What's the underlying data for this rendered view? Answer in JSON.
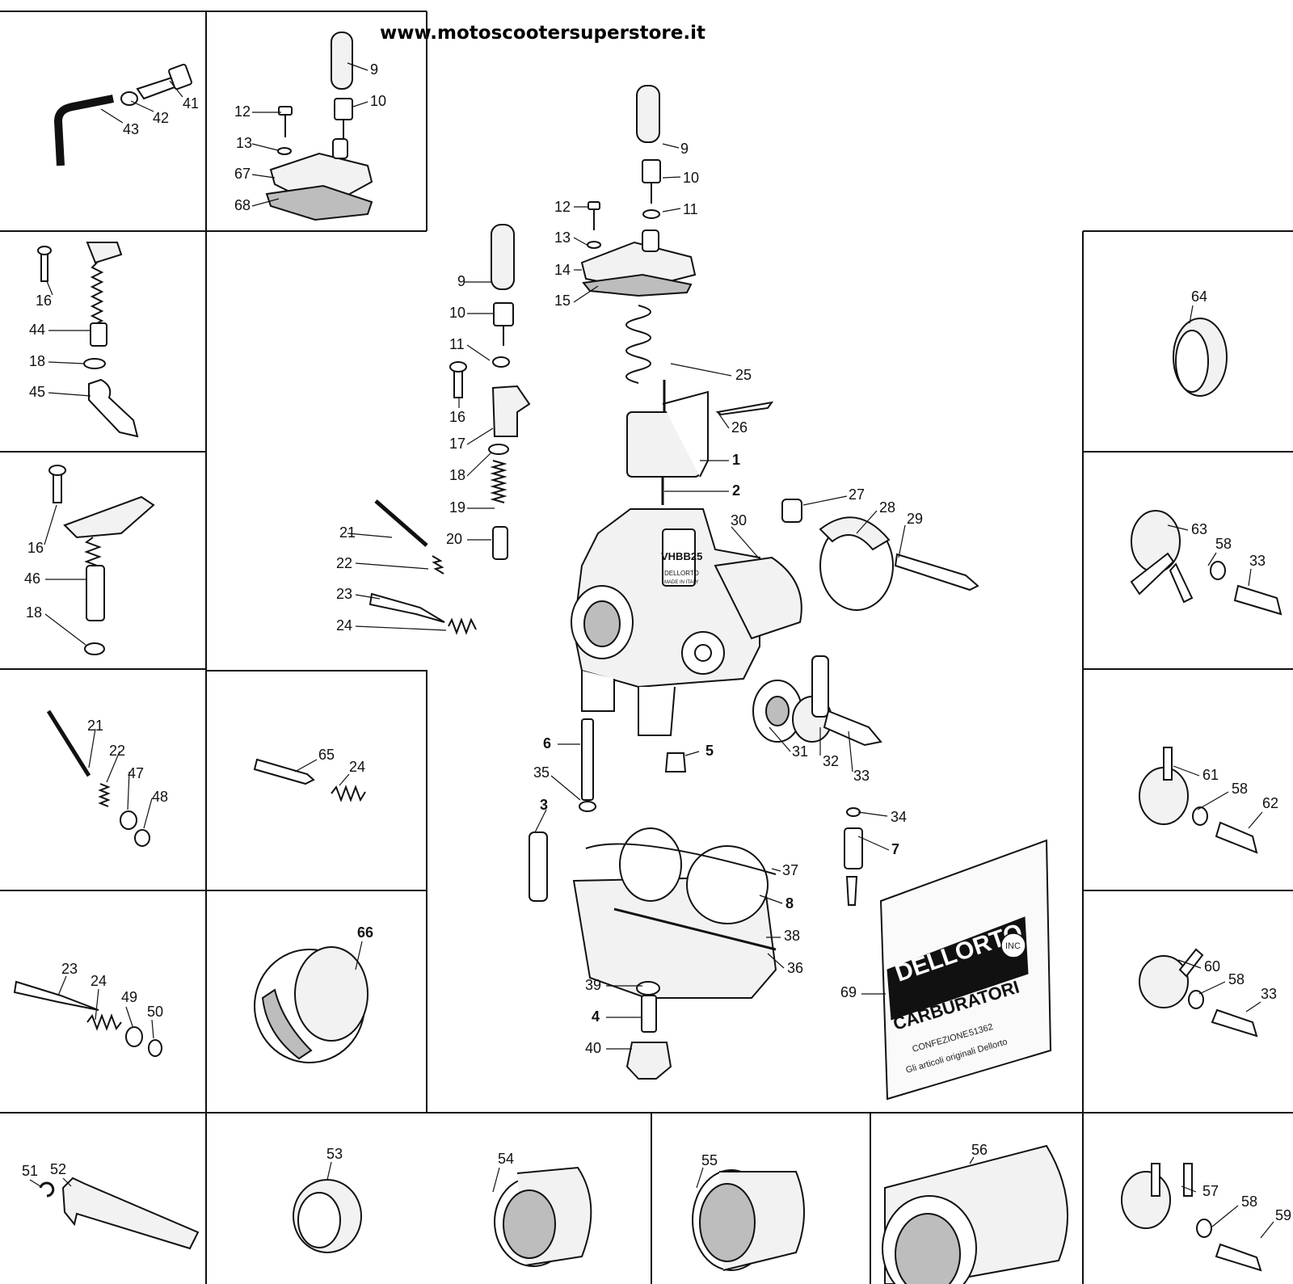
{
  "header": {
    "website": "www.motoscootersuperstore.it"
  },
  "bag": {
    "brand": "DELLORTO",
    "badge": "INC",
    "product": "CARBURATORI",
    "pack": "CONFEZIONE",
    "code": "51362",
    "note": "Gli articoli originali Dellorto"
  },
  "body_markings": {
    "model": "VHBB25",
    "brand": "DELLORTO",
    "origin": "MADE IN ITALY"
  },
  "parts": [
    {
      "n": "9"
    },
    {
      "n": "10"
    },
    {
      "n": "12"
    },
    {
      "n": "13"
    },
    {
      "n": "67"
    },
    {
      "n": "68"
    },
    {
      "n": "41"
    },
    {
      "n": "42"
    },
    {
      "n": "43"
    },
    {
      "n": "16"
    },
    {
      "n": "44"
    },
    {
      "n": "18"
    },
    {
      "n": "45"
    },
    {
      "n": "16"
    },
    {
      "n": "46"
    },
    {
      "n": "18"
    },
    {
      "n": "21"
    },
    {
      "n": "22"
    },
    {
      "n": "47"
    },
    {
      "n": "48"
    },
    {
      "n": "65"
    },
    {
      "n": "24"
    },
    {
      "n": "23"
    },
    {
      "n": "24"
    },
    {
      "n": "49"
    },
    {
      "n": "50"
    },
    {
      "n": "66"
    },
    {
      "n": "51"
    },
    {
      "n": "52"
    },
    {
      "n": "53"
    },
    {
      "n": "54"
    },
    {
      "n": "55"
    },
    {
      "n": "56"
    },
    {
      "n": "57"
    },
    {
      "n": "58"
    },
    {
      "n": "59"
    },
    {
      "n": "9"
    },
    {
      "n": "10"
    },
    {
      "n": "11"
    },
    {
      "n": "12"
    },
    {
      "n": "13"
    },
    {
      "n": "14"
    },
    {
      "n": "15"
    },
    {
      "n": "25"
    },
    {
      "n": "26"
    },
    {
      "n": "1"
    },
    {
      "n": "2"
    },
    {
      "n": "9"
    },
    {
      "n": "10"
    },
    {
      "n": "11"
    },
    {
      "n": "16"
    },
    {
      "n": "17"
    },
    {
      "n": "18"
    },
    {
      "n": "19"
    },
    {
      "n": "20"
    },
    {
      "n": "21"
    },
    {
      "n": "22"
    },
    {
      "n": "23"
    },
    {
      "n": "24"
    },
    {
      "n": "27"
    },
    {
      "n": "28"
    },
    {
      "n": "29"
    },
    {
      "n": "30"
    },
    {
      "n": "31"
    },
    {
      "n": "32"
    },
    {
      "n": "33"
    },
    {
      "n": "6"
    },
    {
      "n": "5"
    },
    {
      "n": "35"
    },
    {
      "n": "3"
    },
    {
      "n": "34"
    },
    {
      "n": "7"
    },
    {
      "n": "37"
    },
    {
      "n": "8"
    },
    {
      "n": "38"
    },
    {
      "n": "36"
    },
    {
      "n": "39"
    },
    {
      "n": "4"
    },
    {
      "n": "40"
    },
    {
      "n": "69"
    },
    {
      "n": "64"
    },
    {
      "n": "63"
    },
    {
      "n": "58"
    },
    {
      "n": "33"
    },
    {
      "n": "61"
    },
    {
      "n": "58"
    },
    {
      "n": "62"
    },
    {
      "n": "60"
    },
    {
      "n": "58"
    },
    {
      "n": "33"
    }
  ]
}
